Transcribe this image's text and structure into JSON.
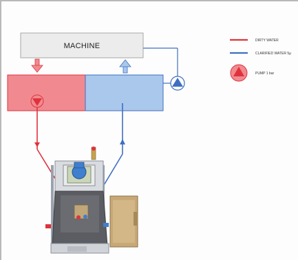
{
  "machine": {
    "label": "MACHINE"
  },
  "legend": {
    "dirty_water": "DIRTY WATER",
    "clarified_water": "CLARIFIED WATER 5µ",
    "pump": "PUMP 1 bar"
  },
  "colors": {
    "dirty": "#e0323b",
    "dirty_fill": "#f08a90",
    "clarified": "#3f6fc0",
    "clarified_fill": "#a9c8ec",
    "machine_fill": "#ececec"
  },
  "icons": [
    "pump-icon",
    "flow-arrow-icon"
  ]
}
